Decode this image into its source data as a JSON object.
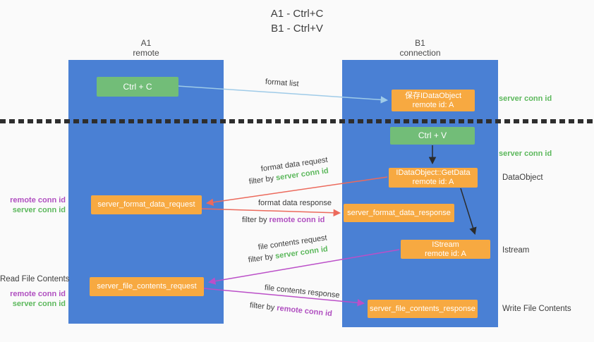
{
  "title": {
    "line1": "A1 - Ctrl+C",
    "line2": "B1 - Ctrl+V"
  },
  "lanes": {
    "left": {
      "name": "A1",
      "role": "remote"
    },
    "right": {
      "name": "B1",
      "role": "connection"
    }
  },
  "nodes": {
    "ctrl_c": {
      "label": "Ctrl + C"
    },
    "save_idataobject": {
      "line1": "保存IDataObject",
      "line2": "remote id: A"
    },
    "ctrl_v": {
      "label": "Ctrl + V"
    },
    "getdata": {
      "line1": "IDataObject::GetData",
      "line2": "remote id: A"
    },
    "server_format_data_request": {
      "label": "server_format_data_request"
    },
    "server_format_data_response": {
      "label": "server_format_data_response"
    },
    "istream": {
      "line1": "IStream",
      "line2": "remote id: A"
    },
    "server_file_contents_request": {
      "label": "server_file_contents_request"
    },
    "server_file_contents_response": {
      "label": "server_file_contents_response"
    }
  },
  "edge_labels": {
    "format_list": "format list",
    "format_data_request": "format data request",
    "format_data_response": "format data response",
    "file_contents_request": "file contents request",
    "file_contents_response": "file contents response",
    "filter_by": "filter by",
    "server_conn_id": "server conn id",
    "remote_conn_id": "remote conn id"
  },
  "side_labels": {
    "server_conn_id": "server conn id",
    "remote_conn_id": "remote conn id",
    "dataobject": "DataObject",
    "istream": "Istream",
    "write_file_contents": "Write File Contents",
    "read_file_contents": "Read File Contents"
  },
  "colors": {
    "lane_blue": "#4a80d4",
    "box_green": "#72bd78",
    "box_orange": "#f7a941",
    "text_green": "#5cb85c",
    "text_purple": "#b04fc0",
    "arrow_salmon": "#ec6a5c",
    "arrow_light_blue": "#9fcbe8",
    "arrow_purple": "#bb4fc8",
    "arrow_black": "#2b2b2b"
  }
}
